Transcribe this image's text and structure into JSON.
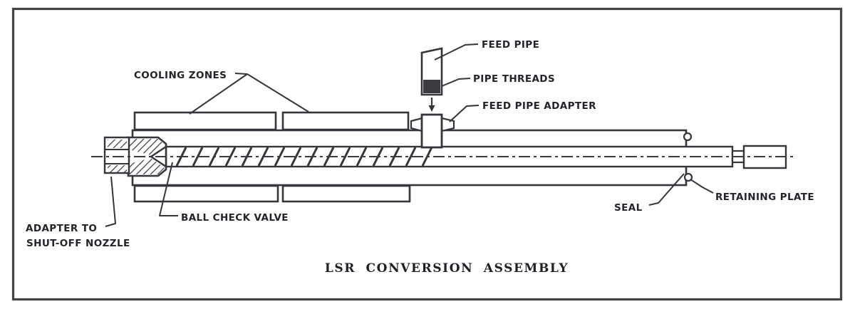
{
  "diagram": {
    "title": "LSR CONVERSION ASSEMBLY",
    "labels": {
      "cooling_zones": "COOLING ZONES",
      "feed_pipe": "FEED PIPE",
      "pipe_threads": "PIPE THREADS",
      "feed_pipe_adapter": "FEED PIPE ADAPTER",
      "adapter_to_shutoff_line1": "ADAPTER TO",
      "adapter_to_shutoff_line2": "SHUT-OFF NOZZLE",
      "ball_check_valve": "BALL CHECK VALVE",
      "seal": "SEAL",
      "retaining_plate": "RETAINING PLATE"
    },
    "colors": {
      "line": "#35353b",
      "text": "#232329",
      "background": "#ffffff",
      "frame": "#474349",
      "pipe_thread_fill": "#3b3b41"
    }
  }
}
